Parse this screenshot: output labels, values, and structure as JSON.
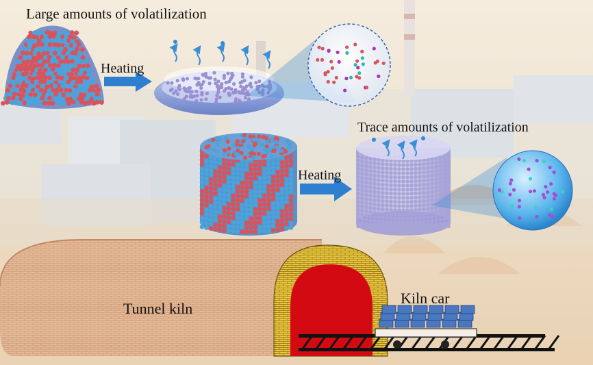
{
  "labels": {
    "large_volatilization": "Large amounts of volatilization",
    "trace_volatilization": "Trace amounts of volatilization",
    "heating_1": "Heating",
    "heating_2": "Heating",
    "tunnel_kiln": "Tunnel kiln",
    "kiln_car": "Kiln car"
  },
  "colors": {
    "red_particle": "#d9535a",
    "blue_particle": "#4aa3da",
    "purple_particle": "#9a8fd0",
    "arrow_blue": "#2f7fd0",
    "kiln_body": "#e2b897",
    "kiln_brick_line": "#c98e6a",
    "kiln_arch_yellow": "#e7c23a",
    "kiln_fire_red": "#d40a12",
    "brick_blue": "#4a78c0"
  },
  "icons": {
    "vapor": "wavy-arrow-up-icon",
    "droplet": "droplet-icon",
    "process_arrow": "right-arrow-icon"
  }
}
